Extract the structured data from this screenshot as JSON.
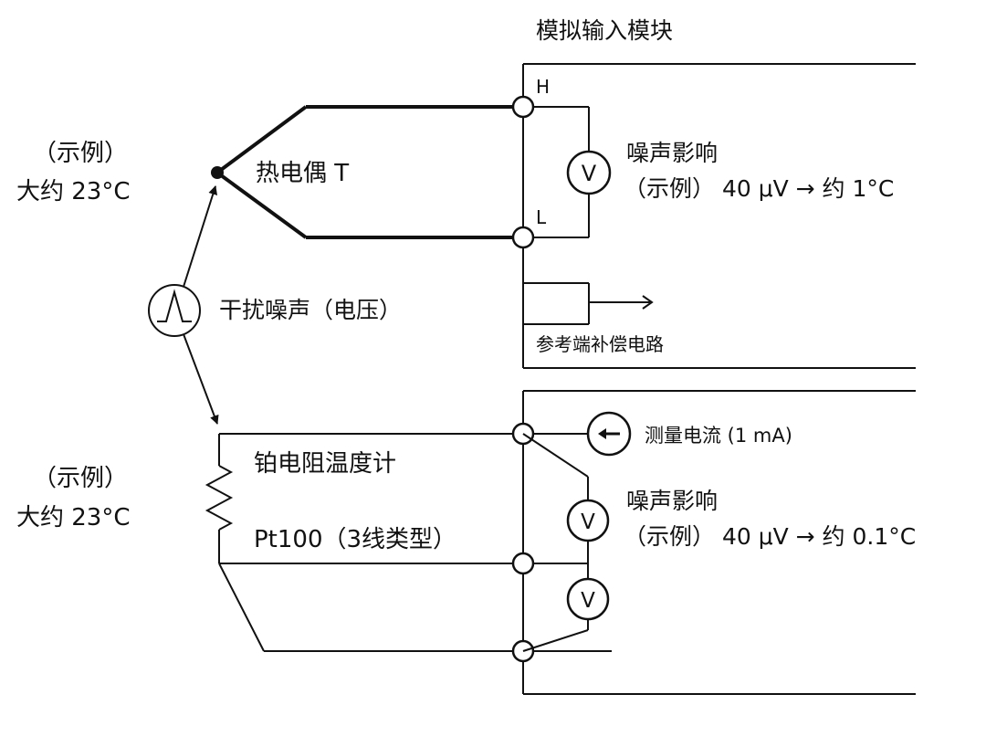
{
  "module": {
    "title": "模拟输入模块"
  },
  "thermocouple": {
    "example_tag": "（示例）",
    "ambient": "大约 23°C",
    "name": "热电偶 T",
    "terminal_h": "H",
    "terminal_l": "L",
    "noise_title": "噪声影响",
    "noise_detail": "（示例） 40 μV → 约 1°C",
    "voltmeter_symbol": "V",
    "cjc_label": "参考端补偿电路"
  },
  "noise_source": {
    "label": "干扰噪声（电压）"
  },
  "rtd": {
    "example_tag": "（示例）",
    "ambient": "大约 23°C",
    "name": "铂电阻温度计",
    "model": "Pt100（3线类型）",
    "current_label": "测量电流 (1 mA)",
    "noise_title": "噪声影响",
    "noise_detail": "（示例） 40 μV → 约 0.1°C",
    "voltmeter_symbol": "V"
  }
}
